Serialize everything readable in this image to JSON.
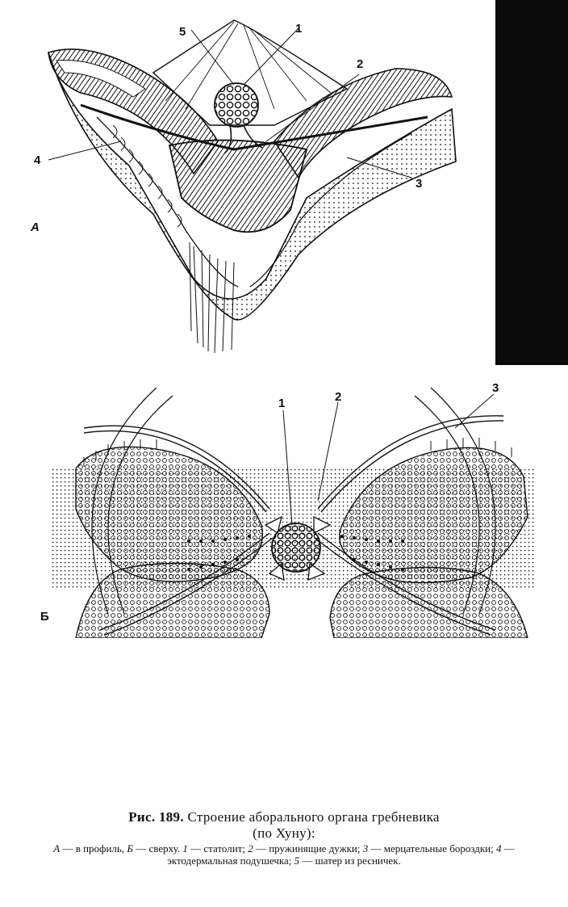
{
  "panel_a": {
    "letter": "А",
    "labels": {
      "l1": "1",
      "l2": "2",
      "l3": "3",
      "l4": "4",
      "l5": "5"
    }
  },
  "panel_b": {
    "letter": "Б",
    "labels": {
      "l1": "1",
      "l2": "2",
      "l3": "3"
    }
  },
  "caption": {
    "fig_label": "Рис. 189.",
    "title": "Строение аборального органа гребневика",
    "title_line2": "(по Хуну):",
    "legend": [
      {
        "key": "А",
        "text": "— в профиль,"
      },
      {
        "key": "Б",
        "text": "— сверху."
      },
      {
        "key": "1",
        "text": "— статолит;"
      },
      {
        "key": "2",
        "text": "— пружинящие дужки;"
      },
      {
        "key": "3",
        "text": "— мерцательные бороздки;"
      },
      {
        "key": "4",
        "text": "— эктодермальная подушечка;"
      },
      {
        "key": "5",
        "text": "— шатер из ресничек."
      }
    ]
  },
  "colors": {
    "ink": "#111111",
    "paper": "#ffffff",
    "black_tab": "#0b0b0b"
  }
}
